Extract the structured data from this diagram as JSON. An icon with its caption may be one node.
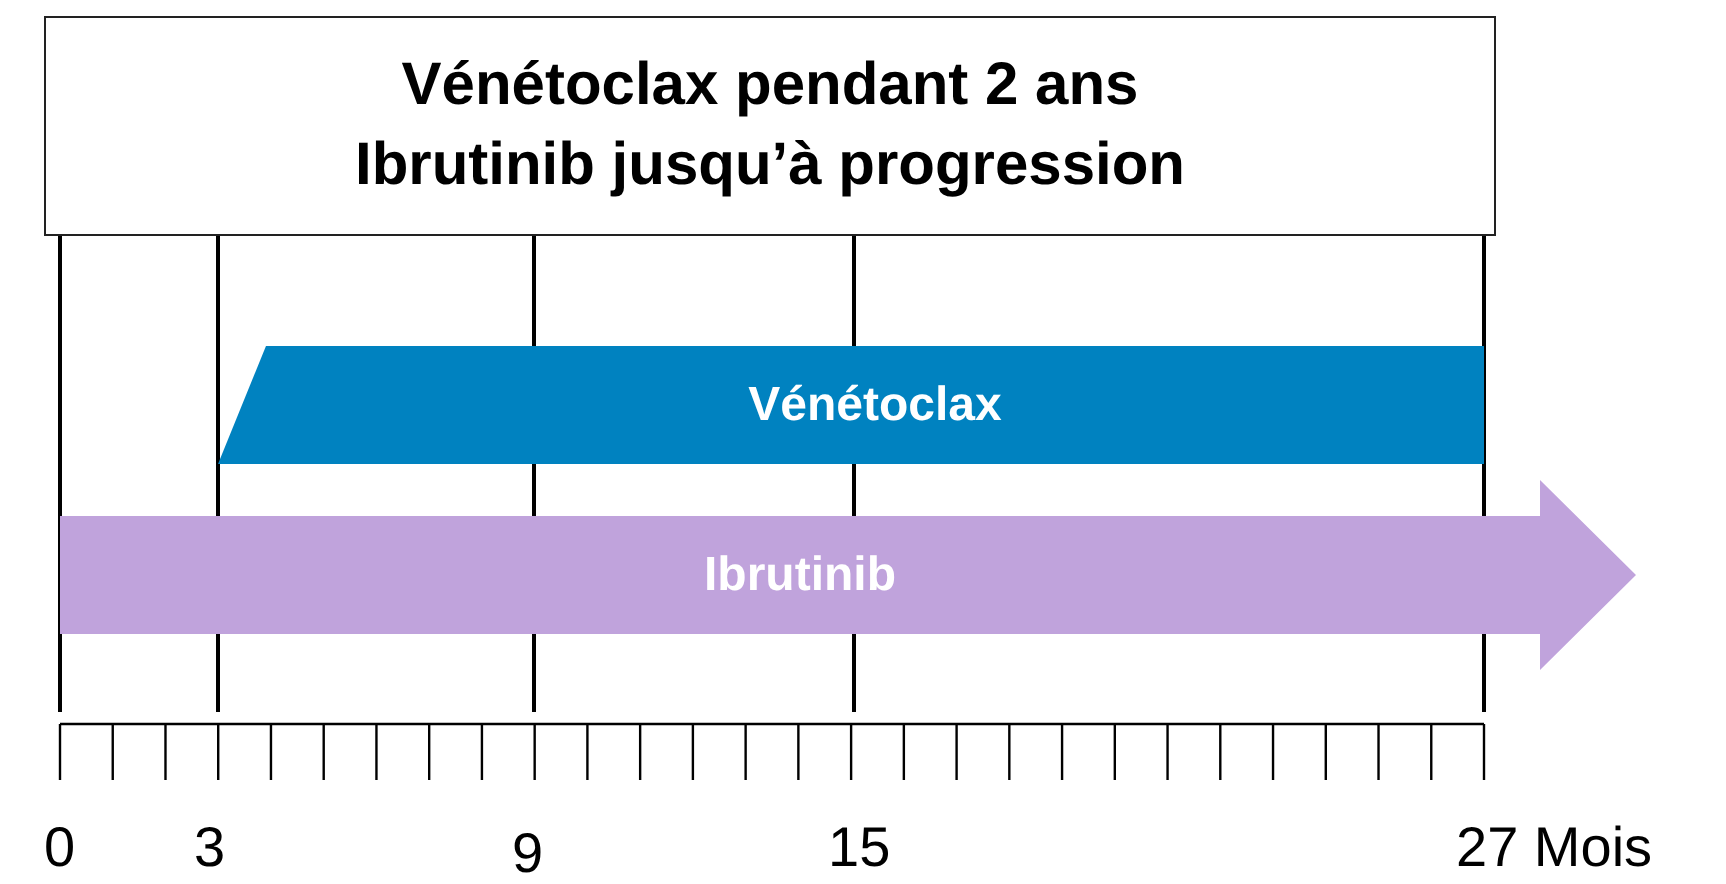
{
  "diagram": {
    "nodes": [
      {
        "text": [
          "Vénétoclax pendant 2 ans",
          "Ibrutinib jusqu’à progression"
        ]
      },
      {
        "text": [
          "Vénétoclax"
        ]
      },
      {
        "text": [
          "Ibrutinib"
        ]
      }
    ],
    "labels": [
      "0",
      "3",
      "9",
      "15",
      "27 Mois"
    ]
  }
}
